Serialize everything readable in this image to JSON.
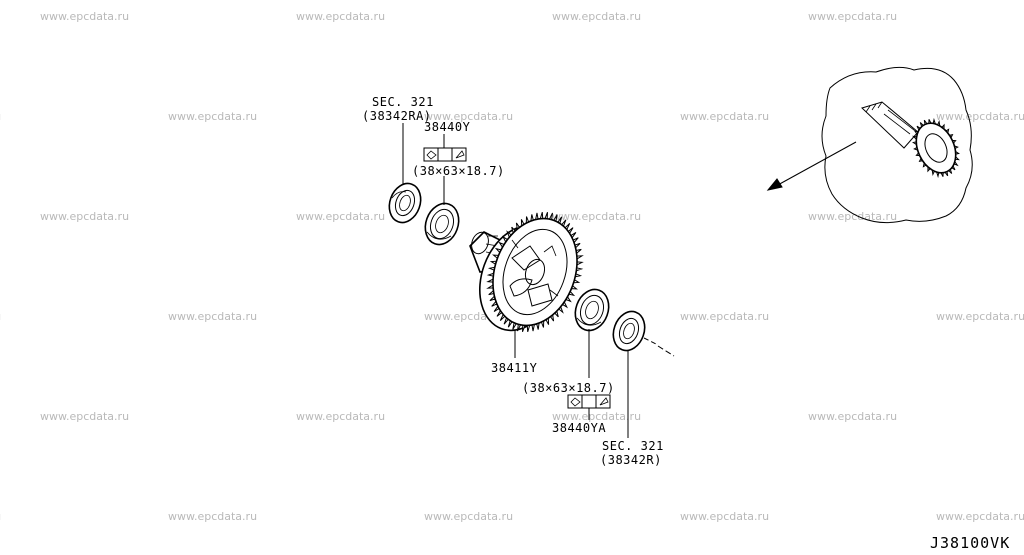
{
  "watermark": "www.epcdata.ru",
  "diagram_code": "J38100VK",
  "labels": {
    "sec_top_line1": "SEC. 321",
    "sec_top_line2": "(38342RA)",
    "part_top": "38440Y",
    "dim_top": "(38×63×18.7)",
    "part_gear": "38411Y",
    "dim_bottom": "(38×63×18.7)",
    "part_bottom": "38440YA",
    "sec_bottom_line1": "SEC. 321",
    "sec_bottom_line2": "(38342R)"
  }
}
